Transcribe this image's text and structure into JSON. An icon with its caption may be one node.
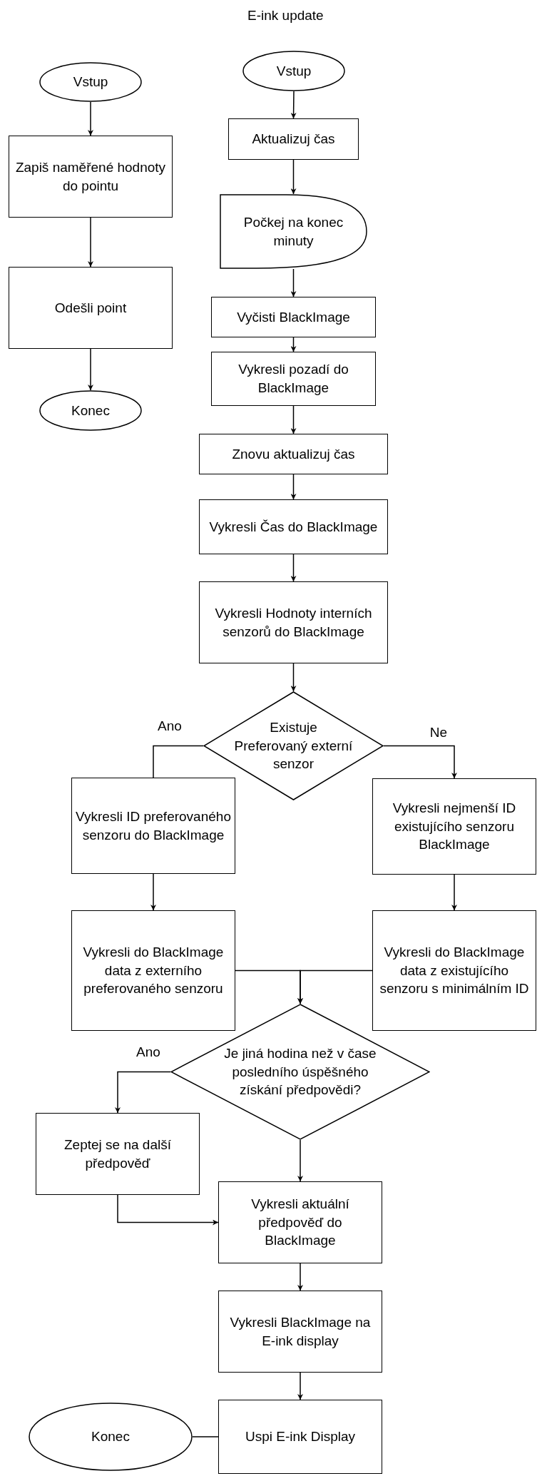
{
  "diagram": {
    "nodes": [
      {
        "text": [
          "Vstup"
        ]
      },
      {
        "text": [
          "Zapiš naměřené hodnoty do pointu"
        ]
      },
      {
        "text": [
          "Odešli point"
        ]
      },
      {
        "text": [
          "Konec"
        ]
      },
      {
        "text": [
          "Vstup"
        ]
      },
      {
        "text": [
          "Aktualizuj čas"
        ]
      },
      {
        "text": [
          "Počkej na konec minuty"
        ]
      },
      {
        "text": [
          "Vyčisti BlackImage"
        ]
      },
      {
        "text": [
          "Vykresli pozadí do BlackImage"
        ]
      },
      {
        "text": [
          "Znovu aktualizuj čas"
        ]
      },
      {
        "text": [
          "Vykresli Čas do BlackImage"
        ]
      },
      {
        "text": [
          "Vykresli Hodnoty interních senzorů do BlackImage"
        ]
      },
      {
        "text": [
          "Existuje Preferovaný externí senzor"
        ]
      },
      {
        "text": [
          "Vykresli ID preferovaného senzoru do BlackImage"
        ]
      },
      {
        "text": [
          "Vykresli nejmenší ID existujícího senzoru BlackImage"
        ]
      },
      {
        "text": [
          "Vykresli do BlackImage data z externího preferovaného senzoru"
        ]
      },
      {
        "text": [
          "Vykresli do BlackImage data z existujícího senzoru s minimálním ID"
        ]
      },
      {
        "text": [
          "Je jiná hodina než v čase posledního úspěšného získání předpovědi?"
        ]
      },
      {
        "text": [
          "Zeptej se na další předpověď"
        ]
      },
      {
        "text": [
          "Vykresli aktuální předpověď do BlackImage"
        ]
      },
      {
        "text": [
          "Vykresli BlackImage na E-ink display"
        ]
      },
      {
        "text": [
          "Konec"
        ]
      },
      {
        "text": [
          "Uspi E-ink Display"
        ]
      }
    ],
    "edges": [
      {
        "from": 0,
        "to": 1,
        "arrow": "to"
      },
      {
        "from": 1,
        "to": 2,
        "arrow": "to"
      },
      {
        "from": 2,
        "to": 3,
        "arrow": "to"
      },
      {
        "from": 4,
        "to": 5,
        "arrow": "to"
      },
      {
        "from": 5,
        "to": 6,
        "arrow": "to"
      },
      {
        "from": 6,
        "to": 7,
        "arrow": "to"
      },
      {
        "from": 7,
        "to": 8,
        "arrow": "to"
      },
      {
        "from": 8,
        "to": 9,
        "arrow": "to"
      },
      {
        "from": 9,
        "to": 10,
        "arrow": "to"
      },
      {
        "from": 10,
        "to": 11,
        "arrow": "to"
      },
      {
        "from": 11,
        "to": 12,
        "arrow": "to"
      },
      {
        "from": 12,
        "to": 13,
        "arrow": "none",
        "label": "Ano"
      },
      {
        "from": 12,
        "to": 14,
        "arrow": "to",
        "label": "Ne"
      },
      {
        "from": 13,
        "to": 15,
        "arrow": "to"
      },
      {
        "from": 14,
        "to": 16,
        "arrow": "to"
      },
      {
        "from": 15,
        "to": 17,
        "arrow": "to"
      },
      {
        "from": 16,
        "to": 17,
        "arrow": "to"
      },
      {
        "from": 17,
        "to": 18,
        "arrow": "to",
        "label": "Ano"
      },
      {
        "from": 17,
        "to": 19,
        "arrow": "to"
      },
      {
        "from": 18,
        "to": 19,
        "arrow": "to"
      },
      {
        "from": 19,
        "to": 20,
        "arrow": "to"
      },
      {
        "from": 20,
        "to": 22,
        "arrow": "to"
      },
      {
        "from": 22,
        "to": 21,
        "arrow": "none"
      }
    ],
    "labels": [
      "E-ink update"
    ]
  }
}
